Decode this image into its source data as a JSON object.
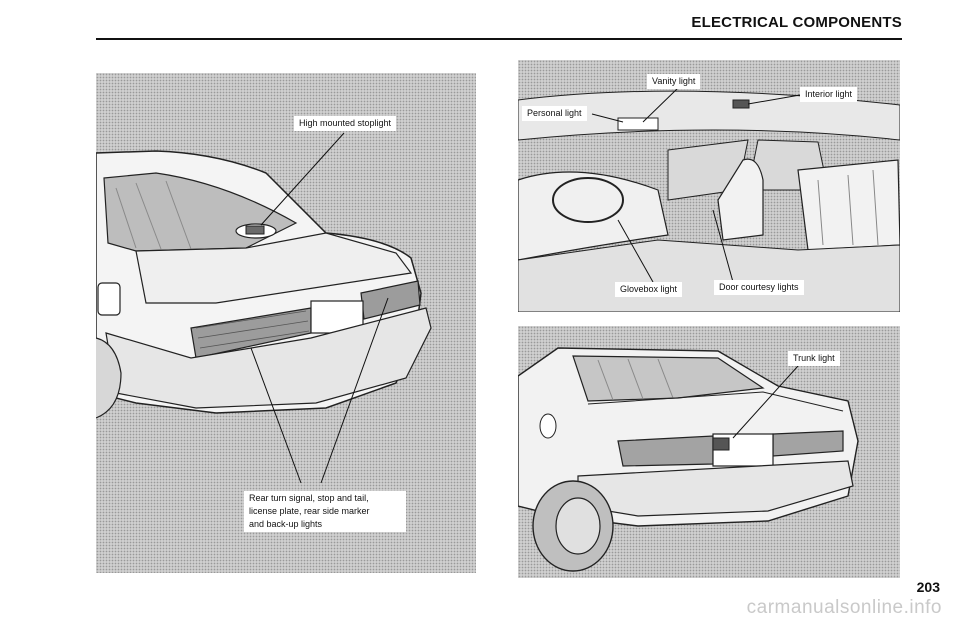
{
  "header": {
    "title": "ELECTRICAL COMPONENTS"
  },
  "figures": {
    "left": {
      "labels": {
        "high_stoplight": "High mounted stoplight",
        "rear_lights_line1": "Rear turn signal, stop and tail,",
        "rear_lights_line2": "license plate, rear side marker",
        "rear_lights_line3": "and back-up lights"
      }
    },
    "top_right": {
      "labels": {
        "vanity": "Vanity light",
        "interior": "Interior light",
        "personal": "Personal light",
        "glovebox": "Glovebox light",
        "door_courtesy": "Door courtesy lights"
      }
    },
    "bottom_right": {
      "labels": {
        "trunk": "Trunk light"
      }
    }
  },
  "page_number": "203",
  "watermark": "carmanualsonline.info"
}
